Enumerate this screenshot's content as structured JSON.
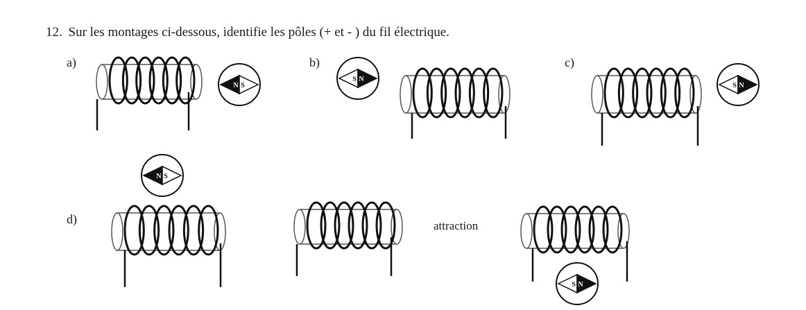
{
  "question": {
    "number": "12.",
    "text": "Sur les montages ci-dessous, identifie les pôles (+ et - ) du fil électrique."
  },
  "labels": {
    "a": "a)",
    "b": "b)",
    "c": "c)",
    "d": "d)"
  },
  "annotation": "attraction",
  "compasses": [
    {
      "id": "a",
      "dark": "left",
      "left_letter": "N",
      "right_letter": "S"
    },
    {
      "id": "b",
      "dark": "right",
      "left_letter": "S",
      "right_letter": "N"
    },
    {
      "id": "c",
      "dark": "right",
      "left_letter": "S",
      "right_letter": "N"
    },
    {
      "id": "d",
      "dark": "left",
      "left_letter": "N",
      "right_letter": "S"
    },
    {
      "id": "f",
      "dark": "right",
      "left_letter": "S",
      "right_letter": "N"
    }
  ]
}
